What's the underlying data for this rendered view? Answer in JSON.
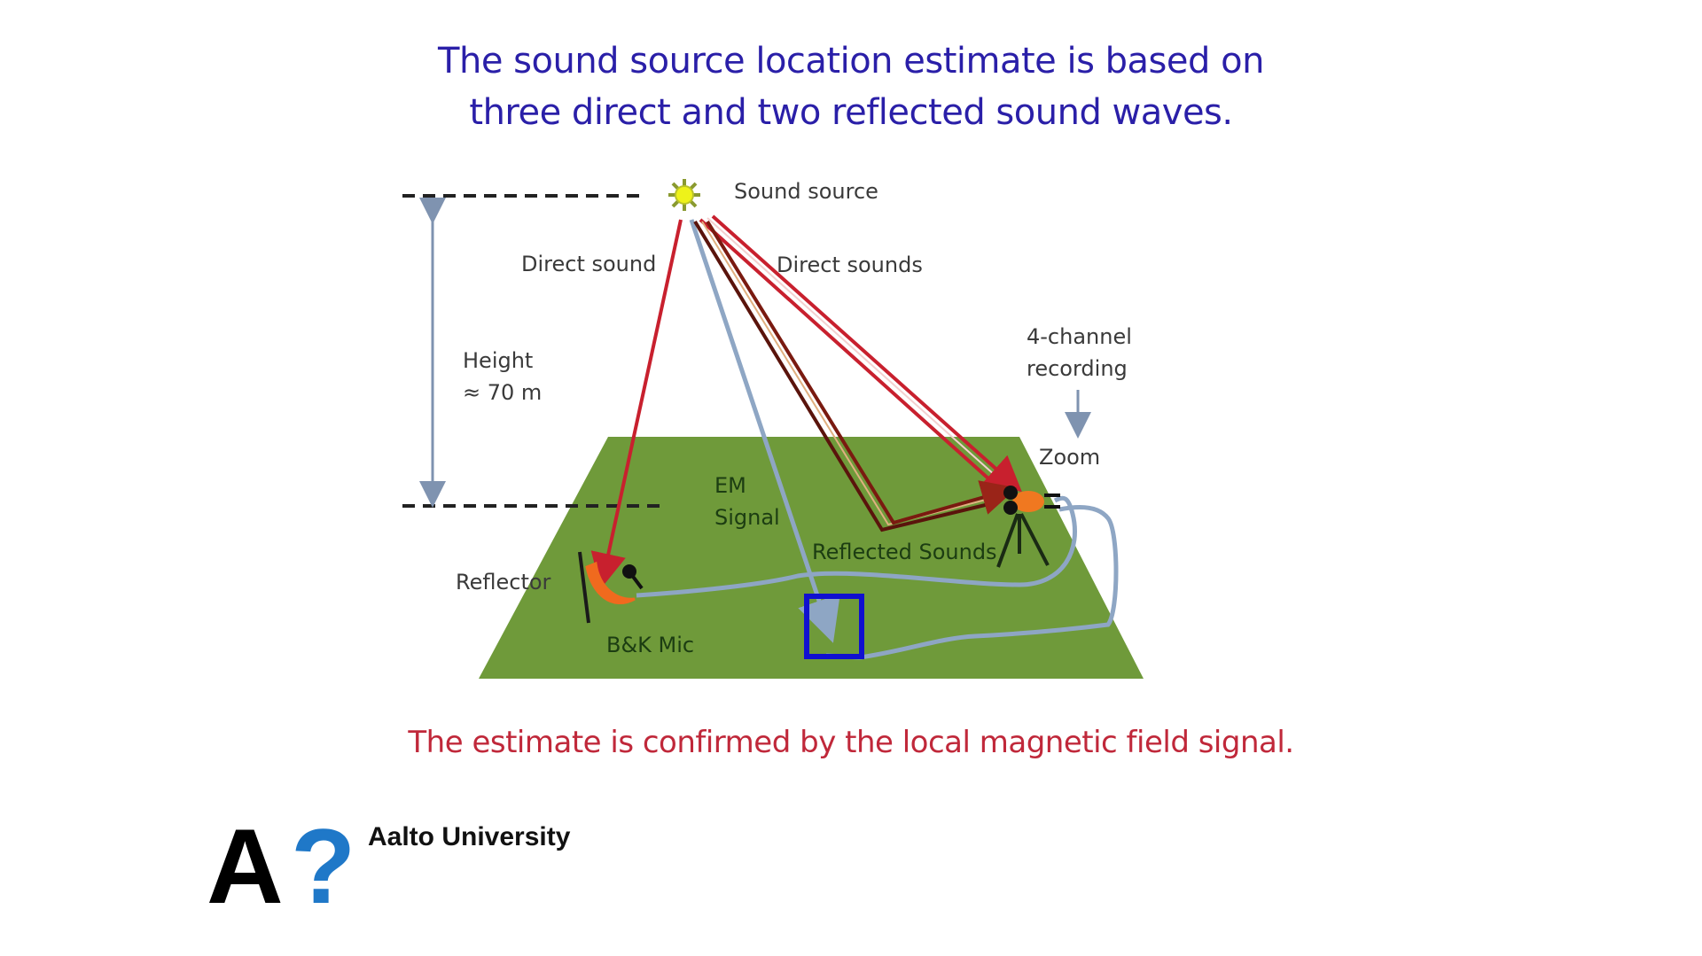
{
  "slide": {
    "title_lines": [
      "The sound source location estimate is based on",
      "three direct and two reflected sound waves."
    ],
    "caption": "The estimate is confirmed by the local magnetic field signal.",
    "colors": {
      "title": "#2a1fa8",
      "caption": "#c0283a",
      "ground": "#6f9a3a",
      "direct_sound": "#c8202e",
      "reflected_sound": "#7a1a10",
      "em_signal": "#8ea6c4",
      "em_sensor_box": "#1010d0",
      "reflector": "#f06a1e",
      "logo_question": "#1f78c8"
    }
  },
  "diagram": {
    "labels": {
      "sound_source": "Sound source",
      "direct_sound": "Direct sound",
      "direct_sounds": "Direct sounds",
      "height_line1": "Height",
      "height_line2": "≈ 70 m",
      "channel_line1": "4-channel",
      "channel_line2": "recording",
      "zoom": "Zoom",
      "em_line1": "EM",
      "em_line2": "Signal",
      "reflected_sounds": "Reflected Sounds",
      "reflector": "Reflector",
      "bk_mic": "B&K Mic"
    },
    "icons": {
      "sound_source": "sun-burst-icon",
      "microphone": "microphone-icon",
      "tripod": "tripod-icon",
      "em_sensor": "square-sensor-icon",
      "down_arrow": "down-arrow-icon",
      "height_arrow": "double-arrow-icon"
    }
  },
  "footer": {
    "logo_letter": "A",
    "logo_mark": "?",
    "institution": "Aalto University"
  }
}
